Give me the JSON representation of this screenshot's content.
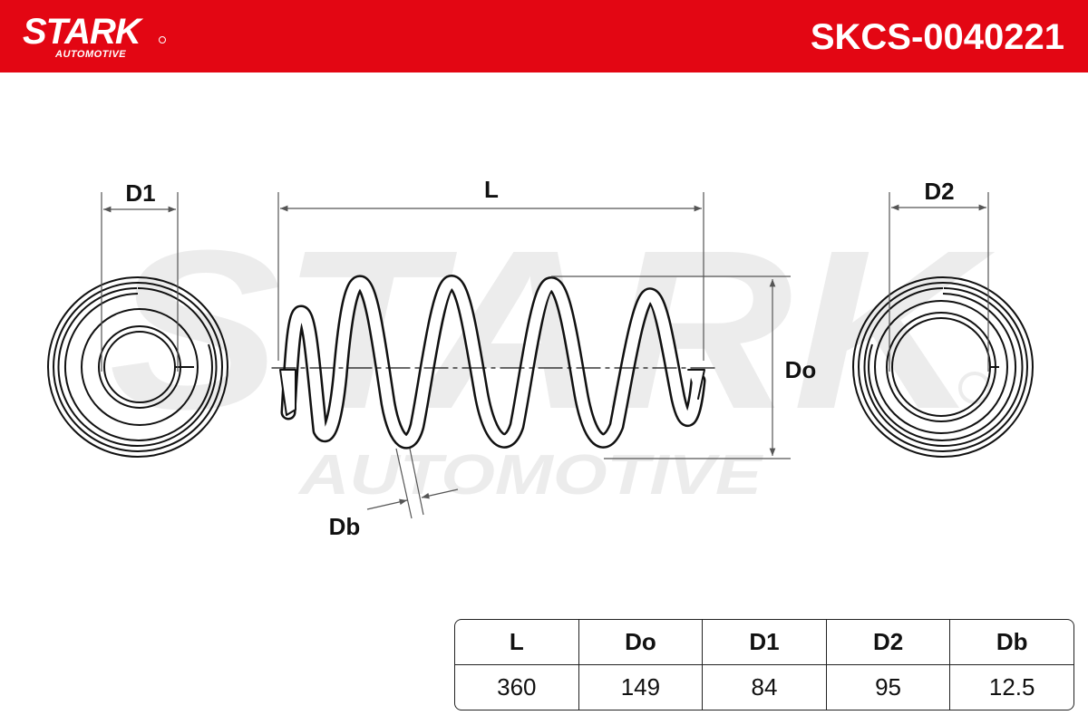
{
  "header": {
    "brand_name": "STARK",
    "brand_sub": "AUTOMOTIVE",
    "part_number": "SKCS-0040221",
    "color": "#e30613"
  },
  "watermark": {
    "main": "STARK",
    "sub": "AUTOMOTIVE"
  },
  "drawing": {
    "labels": {
      "d1": "D1",
      "l": "L",
      "d2": "D2",
      "do": "Do",
      "db": "Db"
    }
  },
  "spec_table": {
    "headers": [
      "L",
      "Do",
      "D1",
      "D2",
      "Db"
    ],
    "values": [
      "360",
      "149",
      "84",
      "95",
      "12.5"
    ]
  }
}
